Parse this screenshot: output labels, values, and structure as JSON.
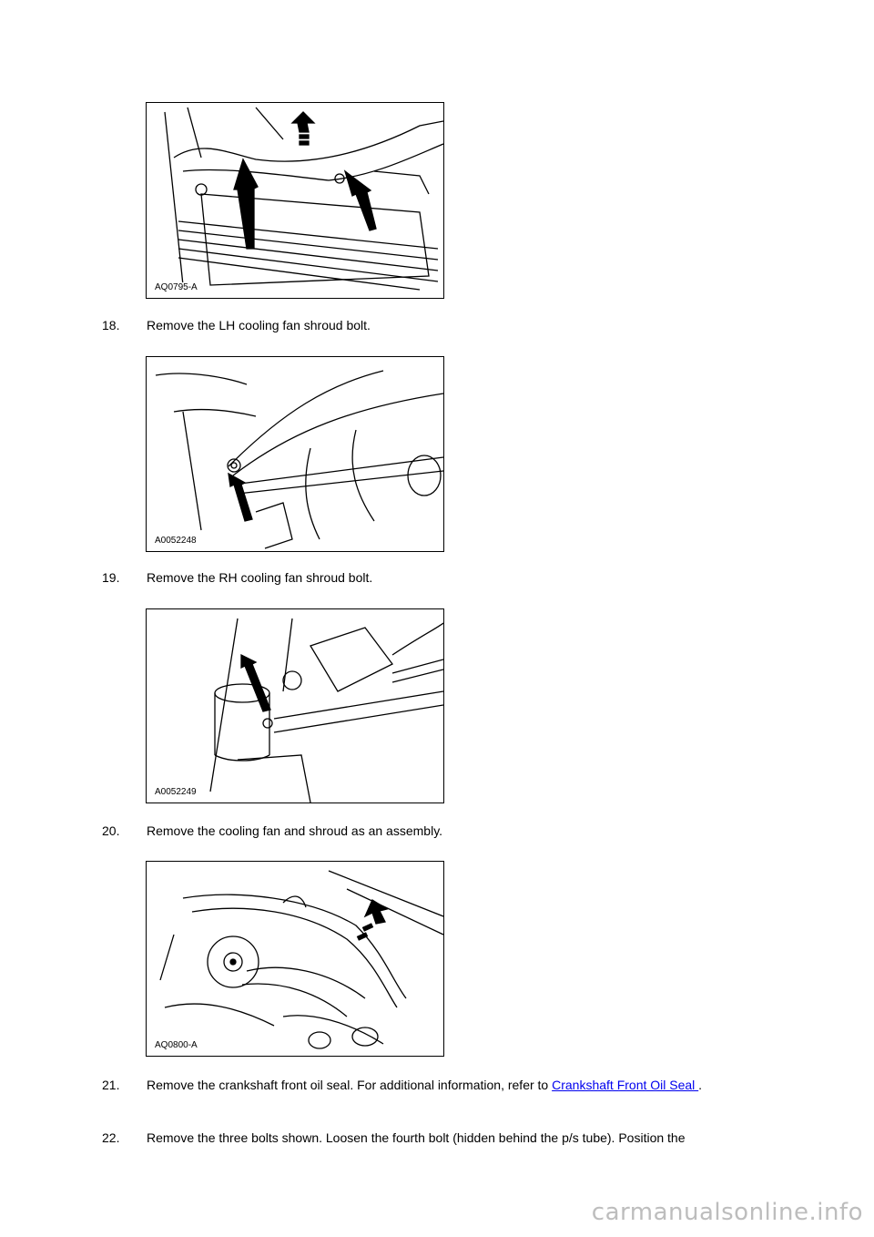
{
  "figures": [
    {
      "label": "AQ0795-A",
      "icon": "radiator-harness-illustration"
    },
    {
      "label": "A0052248",
      "icon": "lh-shroud-bolt-illustration"
    },
    {
      "label": "A0052249",
      "icon": "rh-shroud-bolt-illustration"
    },
    {
      "label": "AQ0800-A",
      "icon": "fan-shroud-assembly-illustration"
    }
  ],
  "steps": [
    {
      "number": "18.",
      "text": "Remove the LH cooling fan shroud bolt."
    },
    {
      "number": "19.",
      "text": "Remove the RH cooling fan shroud bolt."
    },
    {
      "number": "20.",
      "text": "Remove the cooling fan and shroud as an assembly."
    },
    {
      "number": "21.",
      "text": "Remove the crankshaft front oil seal. For additional information, refer to",
      "link": "Crankshaft Front Oil Seal ",
      "after": "."
    },
    {
      "number": "22.",
      "text": "Remove the three bolts shown. Loosen the fourth bolt (hidden behind the p/s tube). Position the"
    }
  ],
  "watermark": "carmanualsonline.info",
  "colors": {
    "link": "#0000ee",
    "watermark": "#bdbdbd"
  }
}
